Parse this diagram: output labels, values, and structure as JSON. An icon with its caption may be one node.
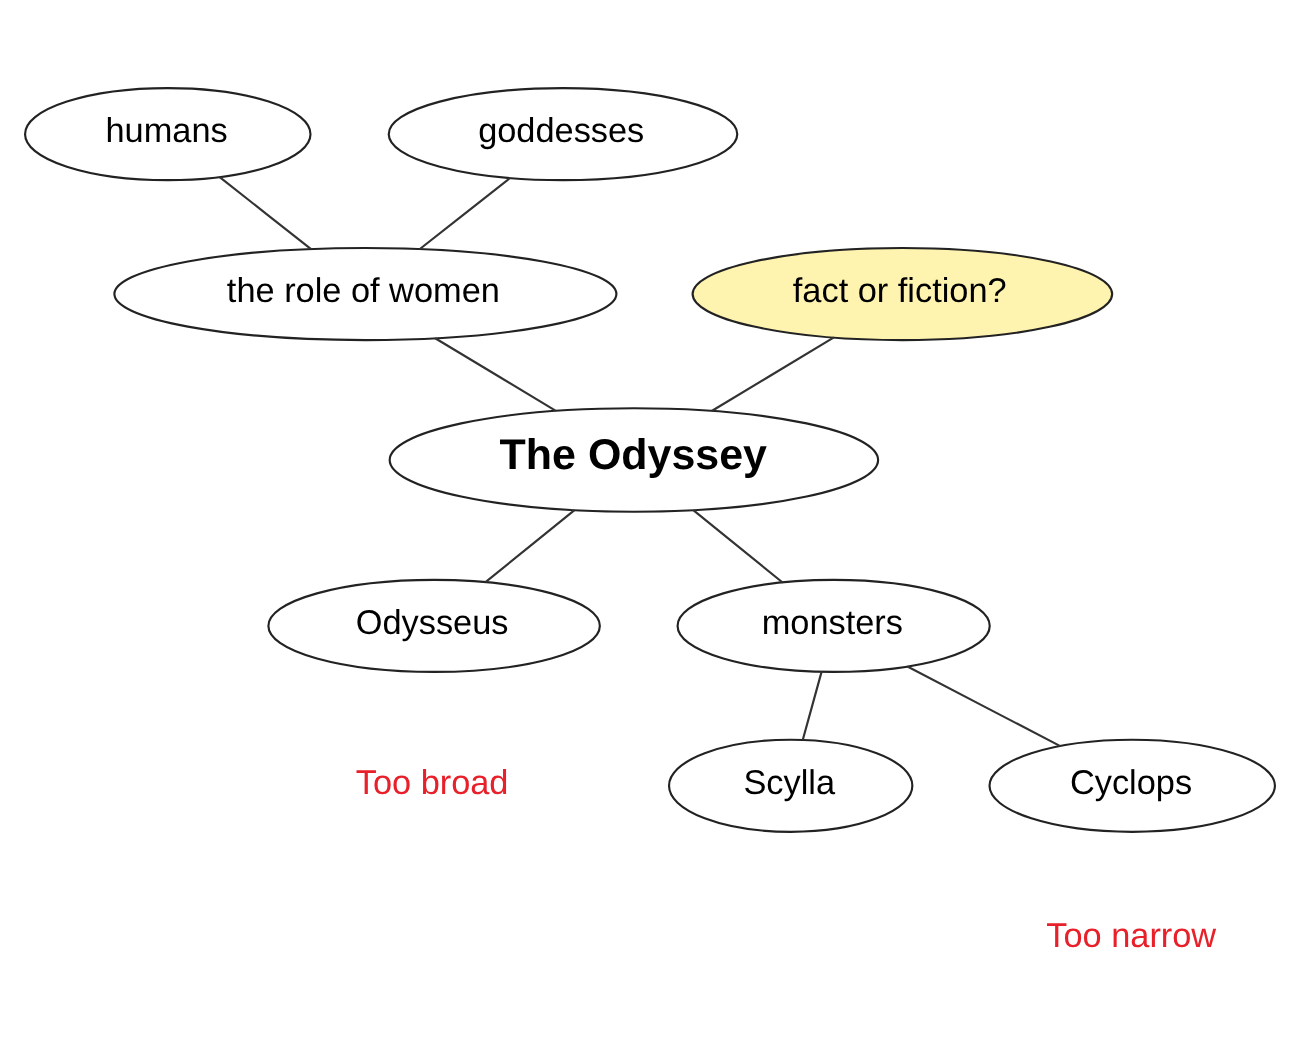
{
  "diagram": {
    "nodes": [
      {
        "text": [
          "humans"
        ]
      },
      {
        "text": [
          "goddesses"
        ]
      },
      {
        "text": [
          "the role of women"
        ]
      },
      {
        "text": [
          "fact or fiction?"
        ]
      },
      {
        "text": [
          "The Odyssey"
        ]
      },
      {
        "text": [
          "Odysseus"
        ],
        "beside": [
          "Too broad"
        ]
      },
      {
        "text": [
          "monsters"
        ]
      },
      {
        "text": [
          "Scylla"
        ]
      },
      {
        "text": [
          "Cyclops"
        ],
        "beside": [
          "Too narrow"
        ]
      }
    ],
    "edges": [
      {
        "from": 0,
        "to": 2,
        "arrow": "none"
      },
      {
        "from": 1,
        "to": 2,
        "arrow": "none"
      },
      {
        "from": 2,
        "to": 4,
        "arrow": "none"
      },
      {
        "from": 3,
        "to": 4,
        "arrow": "none"
      },
      {
        "from": 4,
        "to": 5,
        "arrow": "none"
      },
      {
        "from": 4,
        "to": 6,
        "arrow": "none"
      },
      {
        "from": 6,
        "to": 7,
        "arrow": "none"
      },
      {
        "from": 6,
        "to": 8,
        "arrow": "none"
      }
    ]
  }
}
